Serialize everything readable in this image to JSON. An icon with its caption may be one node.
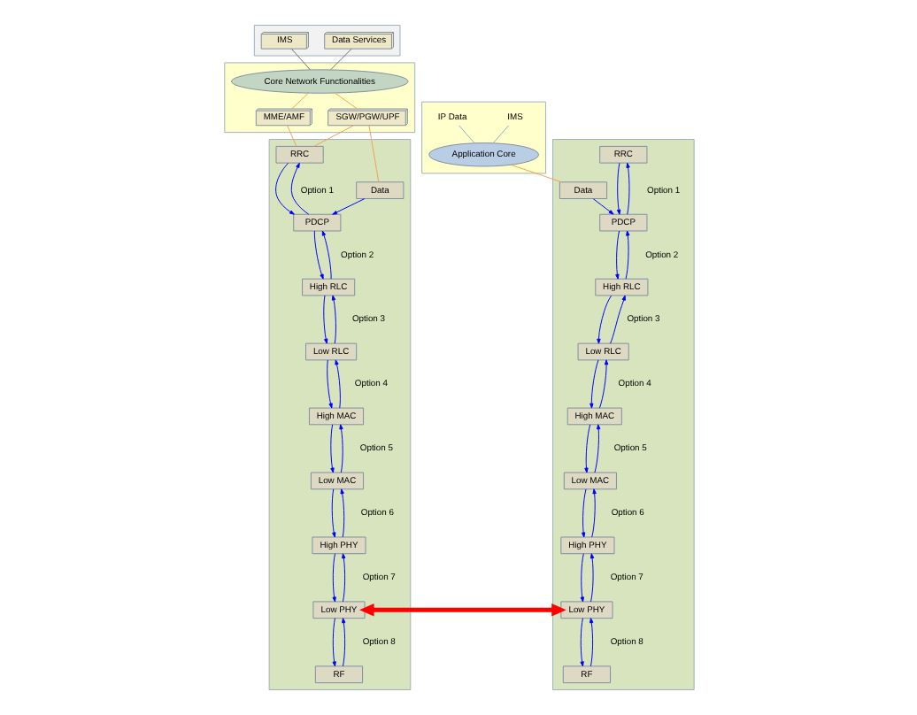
{
  "diagram": {
    "nodes": [
      {
        "text": [],
        "shape": "box"
      },
      {
        "text": [
          "IMS"
        ],
        "in": 0
      },
      {
        "text": [
          "Data Services"
        ],
        "in": 0
      },
      {
        "text": [],
        "shape": "box"
      },
      {
        "text": [
          "Core Network Functionalities"
        ],
        "in": 3
      },
      {
        "text": [
          "MME/AMF"
        ],
        "in": 3
      },
      {
        "text": [
          "SGW/PGW/UPF"
        ],
        "in": 3
      },
      {
        "text": [],
        "shape": "box"
      },
      {
        "text": [
          "RRC"
        ],
        "in": 7
      },
      {
        "text": [
          "Data"
        ],
        "in": 7
      },
      {
        "text": [
          "PDCP"
        ],
        "in": 7
      },
      {
        "text": [
          "High RLC"
        ],
        "in": 7
      },
      {
        "text": [
          "Low RLC"
        ],
        "in": 7
      },
      {
        "text": [
          "High MAC"
        ],
        "in": 7
      },
      {
        "text": [
          "Low MAC"
        ],
        "in": 7
      },
      {
        "text": [
          "High PHY"
        ],
        "in": 7
      },
      {
        "text": [
          "Low PHY"
        ],
        "in": 7
      },
      {
        "text": [
          "RF"
        ],
        "in": 7
      },
      {
        "text": [],
        "shape": "box"
      },
      {
        "text": [
          "IP Data"
        ],
        "in": 18
      },
      {
        "text": [
          "IMS"
        ],
        "in": 18
      },
      {
        "text": [
          "Application Core"
        ],
        "in": 18
      },
      {
        "text": [],
        "shape": "box"
      },
      {
        "text": [
          "RRC"
        ],
        "in": 22
      },
      {
        "text": [
          "Data"
        ],
        "in": 22
      },
      {
        "text": [
          "PDCP"
        ],
        "in": 22
      },
      {
        "text": [
          "High RLC"
        ],
        "in": 22
      },
      {
        "text": [
          "Low RLC"
        ],
        "in": 22
      },
      {
        "text": [
          "High MAC"
        ],
        "in": 22
      },
      {
        "text": [
          "Low MAC"
        ],
        "in": 22
      },
      {
        "text": [
          "High PHY"
        ],
        "in": 22
      },
      {
        "text": [
          "Low PHY"
        ],
        "in": 22
      },
      {
        "text": [
          "RF"
        ],
        "in": 22
      }
    ],
    "edges": [
      {
        "from": 1,
        "to": 4,
        "arrow": "none",
        "color": "#707070"
      },
      {
        "from": 2,
        "to": 4,
        "arrow": "none",
        "color": "#707070"
      },
      {
        "from": 4,
        "to": 5,
        "arrow": "none",
        "color": "#f0a050"
      },
      {
        "from": 4,
        "to": 6,
        "arrow": "none",
        "color": "#f0a050"
      },
      {
        "from": 5,
        "to": 8,
        "arrow": "none",
        "color": "#f0a050"
      },
      {
        "from": 6,
        "to": 8,
        "arrow": "none",
        "color": "#f0a050"
      },
      {
        "from": 6,
        "to": 9,
        "arrow": "none",
        "color": "#f0a050"
      },
      {
        "from": 9,
        "to": 10,
        "arrow": "to"
      },
      {
        "from": 8,
        "to": 10,
        "arrow": "to"
      },
      {
        "from": 10,
        "to": 8,
        "arrow": "to"
      },
      {
        "from": 10,
        "to": 11,
        "arrow": "to"
      },
      {
        "from": 11,
        "to": 10,
        "arrow": "to"
      },
      {
        "from": 11,
        "to": 12,
        "arrow": "to"
      },
      {
        "from": 12,
        "to": 11,
        "arrow": "to"
      },
      {
        "from": 12,
        "to": 13,
        "arrow": "to"
      },
      {
        "from": 13,
        "to": 12,
        "arrow": "to"
      },
      {
        "from": 13,
        "to": 14,
        "arrow": "to"
      },
      {
        "from": 14,
        "to": 13,
        "arrow": "to"
      },
      {
        "from": 14,
        "to": 15,
        "arrow": "to"
      },
      {
        "from": 15,
        "to": 14,
        "arrow": "to"
      },
      {
        "from": 15,
        "to": 16,
        "arrow": "to"
      },
      {
        "from": 16,
        "to": 15,
        "arrow": "to"
      },
      {
        "from": 16,
        "to": 17,
        "arrow": "to"
      },
      {
        "from": 17,
        "to": 16,
        "arrow": "to"
      },
      {
        "from": 19,
        "to": 21,
        "arrow": "none",
        "color": "#8eaacc"
      },
      {
        "from": 20,
        "to": 21,
        "arrow": "none",
        "color": "#8eaacc"
      },
      {
        "from": 21,
        "to": 24,
        "arrow": "none",
        "color": "#f0a050"
      },
      {
        "from": 24,
        "to": 25,
        "arrow": "to"
      },
      {
        "from": 23,
        "to": 25,
        "arrow": "to"
      },
      {
        "from": 25,
        "to": 23,
        "arrow": "to"
      },
      {
        "from": 25,
        "to": 26,
        "arrow": "to"
      },
      {
        "from": 26,
        "to": 25,
        "arrow": "to"
      },
      {
        "from": 26,
        "to": 27,
        "arrow": "to"
      },
      {
        "from": 27,
        "to": 26,
        "arrow": "to"
      },
      {
        "from": 27,
        "to": 28,
        "arrow": "to"
      },
      {
        "from": 28,
        "to": 27,
        "arrow": "to"
      },
      {
        "from": 28,
        "to": 29,
        "arrow": "to"
      },
      {
        "from": 29,
        "to": 28,
        "arrow": "to"
      },
      {
        "from": 29,
        "to": 30,
        "arrow": "to"
      },
      {
        "from": 30,
        "to": 29,
        "arrow": "to"
      },
      {
        "from": 30,
        "to": 31,
        "arrow": "to"
      },
      {
        "from": 31,
        "to": 30,
        "arrow": "to"
      },
      {
        "from": 31,
        "to": 32,
        "arrow": "to"
      },
      {
        "from": 32,
        "to": 31,
        "arrow": "to"
      },
      {
        "from": 16,
        "to": 31,
        "arrow": "both",
        "style": "thick",
        "color": "#ff0000"
      }
    ],
    "labels": [
      "Option 1",
      "Option 2",
      "Option 3",
      "Option 4",
      "Option 5",
      "Option 6",
      "Option 7",
      "Option 8",
      "Option 1",
      "Option 2",
      "Option 3",
      "Option 4",
      "Option 5",
      "Option 6",
      "Option 7",
      "Option 8"
    ]
  }
}
